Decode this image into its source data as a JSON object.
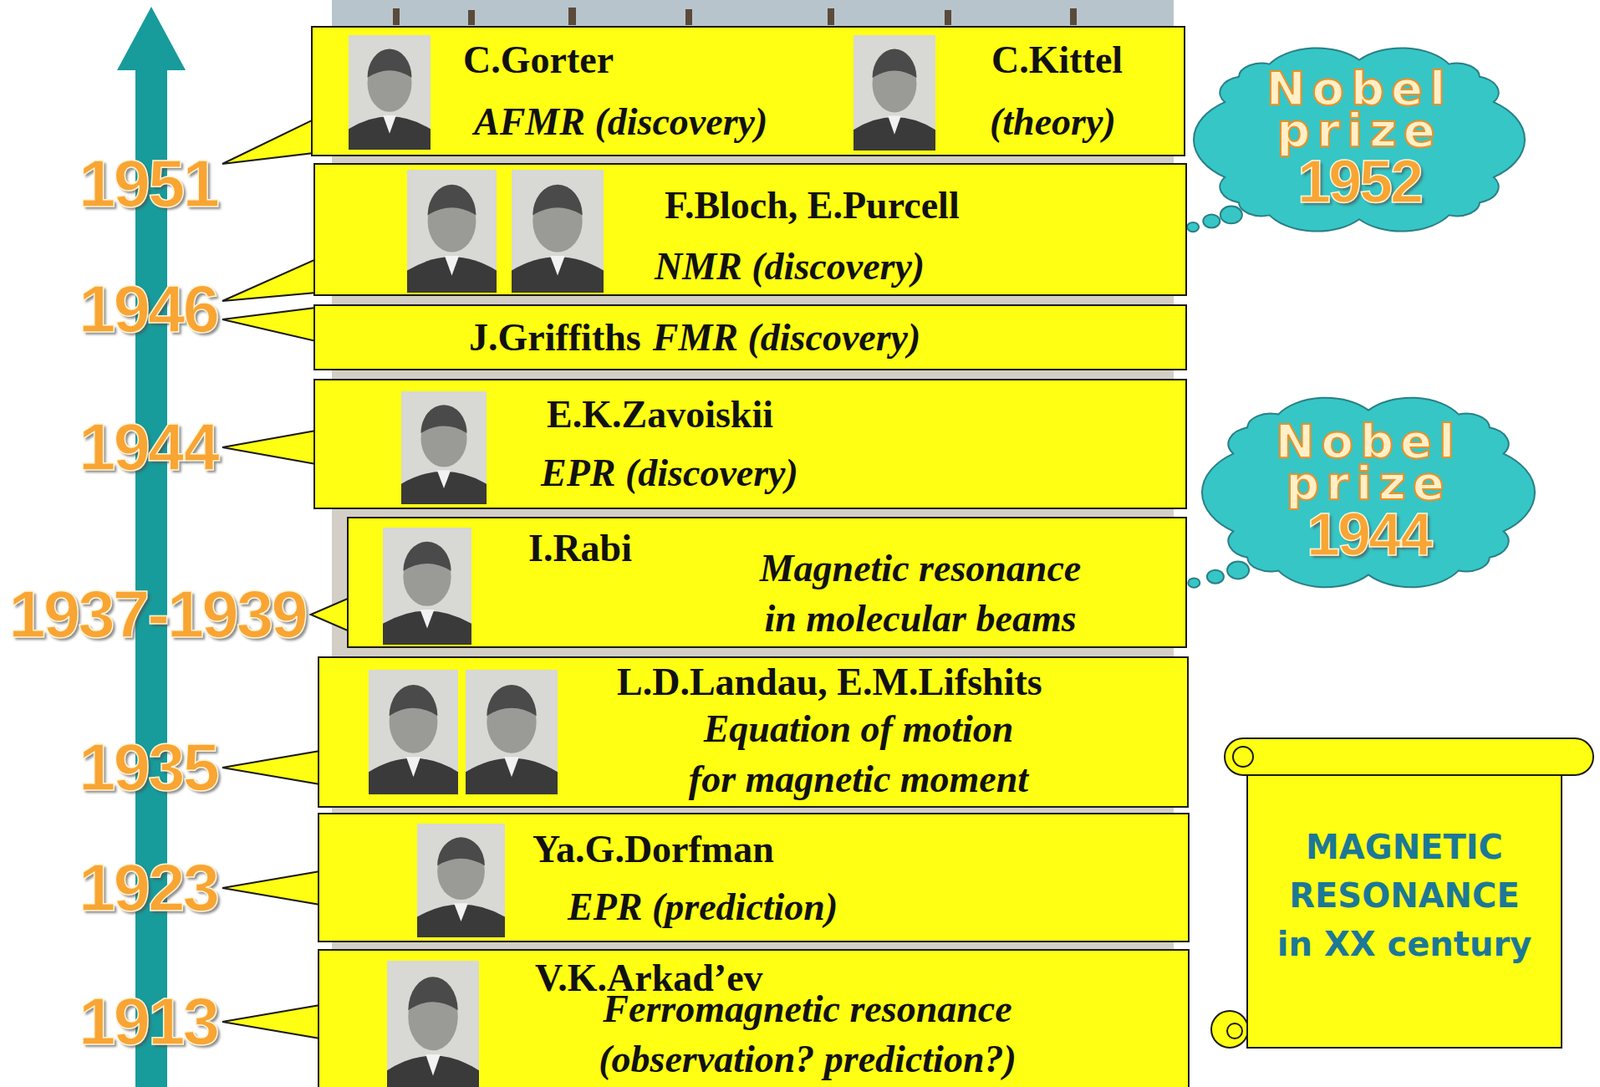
{
  "diagram": {
    "nodes": [
      {
        "text": [
          "C.Gorter",
          "AFMR (discovery)",
          "C.Kittel",
          "(theory)"
        ]
      },
      {
        "text": [
          "F.Bloch, E.Purcell",
          "NMR (discovery)"
        ]
      },
      {
        "text": [
          "J.Griffiths",
          "FMR (discovery)"
        ]
      },
      {
        "text": [
          "E.K.Zavoiskii",
          "EPR (discovery)"
        ]
      },
      {
        "text": [
          "I.Rabi",
          "Magnetic resonance in molecular beams"
        ]
      },
      {
        "text": [
          "L.D.Landau, E.M.Lifshits",
          "Equation of motion for magnetic moment"
        ]
      },
      {
        "text": [
          "Ya.G.Dorfman",
          "EPR (prediction)"
        ]
      },
      {
        "text": [
          "V.K.Arkad’ev",
          "Ferromagnetic resonance (observation? prediction?)"
        ]
      },
      {
        "text": [
          "Nobel prize",
          "1952"
        ]
      },
      {
        "text": [
          "Nobel prize",
          "1944"
        ]
      },
      {
        "text": [
          "MAGNETIC RESONANCE in XX century"
        ]
      }
    ],
    "edges": [
      {
        "from": 8,
        "to": 1,
        "arrow": "none"
      },
      {
        "from": 9,
        "to": 4,
        "arrow": "none"
      }
    ],
    "labels": [
      "1951",
      "1946",
      "1944",
      "1937-1939",
      "1935",
      "1923",
      "1913"
    ]
  }
}
